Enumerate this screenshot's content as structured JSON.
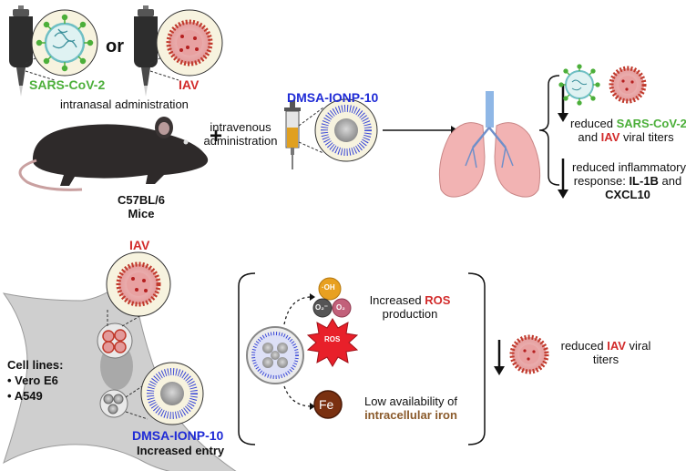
{
  "top": {
    "sars_label": "SARS-CoV-2",
    "or_label": "or",
    "iav_label": "IAV",
    "intranasal": "intranasal administration",
    "plus": "+",
    "intravenous_1": "intravenous",
    "intravenous_2": "administration",
    "dmsa_label": "DMSA-IONP-10",
    "mice_1": "C57BL/6",
    "mice_2": "Mice",
    "result1_a": "reduced ",
    "result1_b": "SARS-CoV-2",
    "result1_c": "and ",
    "result1_d": "IAV",
    "result1_e": " viral titers",
    "result2_a": "reduced inflammatory",
    "result2_b": "response: ",
    "result2_c": "IL-1B",
    "result2_d": " and",
    "result2_e": "CXCL10"
  },
  "bottom": {
    "iav_label": "IAV",
    "cell_lines_title": "Cell lines:",
    "cell_line_1": "Vero E6",
    "cell_line_2": "A549",
    "dmsa_label": "DMSA-IONP-10",
    "entry_label": "Increased entry",
    "oh_label": "·OH",
    "o2a_label": "O₂⁻",
    "o2b_label": "O₂",
    "ros_label": "ROS",
    "fe_label": "Fe",
    "ros_text_1": "Increased ",
    "ros_text_2": "ROS",
    "ros_text_3": "production",
    "iron_text_1": "Low availability of",
    "iron_text_2": "intracellular iron",
    "result_a": "reduced ",
    "result_b": "IAV",
    "result_c": " viral",
    "result_d": "titers"
  },
  "colors": {
    "sars_green": "#4caf3a",
    "iav_red": "#d22b2b",
    "dmsa_blue": "#1f2bd6",
    "iron_brown": "#8a5a2b"
  }
}
